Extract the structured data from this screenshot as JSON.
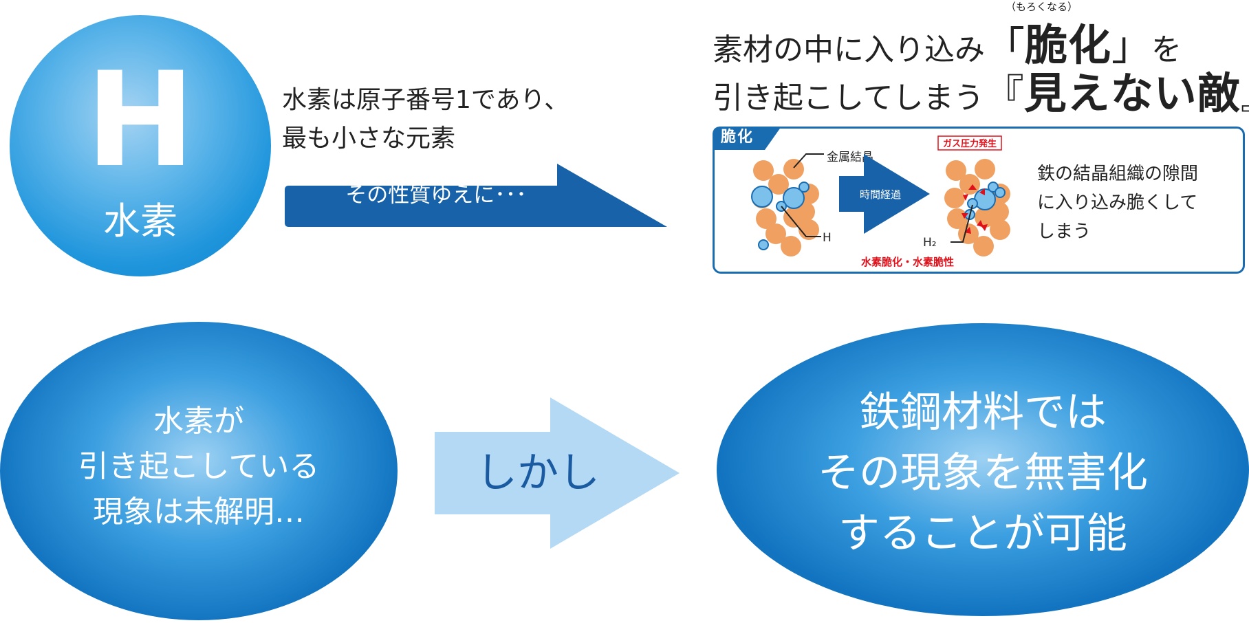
{
  "hydrogen": {
    "symbol": "H",
    "label": "水素"
  },
  "intro": {
    "text": "水素は原子番号1であり、\n最も小さな元素"
  },
  "arrow_top": {
    "label": "その性質ゆえに･･･"
  },
  "headline": {
    "ruby": "（もろくなる）",
    "line1_pre": "素材の中に入り込み",
    "line1_open": "「",
    "line1_big": "脆化",
    "line1_close": "」",
    "line1_post": "を",
    "line2_pre": "引き起こしてしまう",
    "line2_open": "『",
    "line2_big": "見えない敵",
    "line2_close": "』"
  },
  "embrittlement": {
    "tab": "脆化",
    "metal_crystal": "金属結晶",
    "h_label": "H",
    "h2_label": "H₂",
    "time_label": "時間経過",
    "gas_label": "ガス圧力発生",
    "caption": "水素脆化・水素脆性",
    "description": "鉄の結晶組織の隙間\nに入り込み脆くして\nしまう"
  },
  "bottom_left": {
    "text": "水素が\n引き起こしている\n現象は未解明…"
  },
  "arrow_mid": {
    "label": "しかし"
  },
  "bottom_right": {
    "text": "鉄鋼材料では\nその現象を無害化\nすることが可能"
  },
  "colors": {
    "dark_blue": "#1a6cb0",
    "arrow_blue": "#1762a8",
    "light_arrow": "#b3d9f4",
    "orange": "#f0a060",
    "light_ball": "#7cc0ec",
    "red": "#e0101a"
  }
}
